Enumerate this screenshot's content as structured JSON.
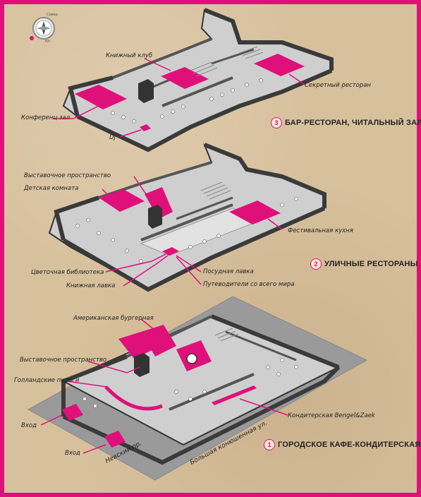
{
  "compass": {
    "north": "Север",
    "south": "Юг"
  },
  "floors": [
    {
      "number": "3",
      "title": "БАР-РЕСТОРАН, ЧИТАЛЬНЫЙ ЗАЛ"
    },
    {
      "number": "2",
      "title": "УЛИЧНЫЕ РЕСТОРАНЫ"
    },
    {
      "number": "1",
      "title": "ГОРОДСКОЕ КАФЕ-КОНДИТЕРСКАЯ"
    }
  ],
  "labels": {
    "book_club": "Книжный клуб",
    "secret_restaurant": "Секретный ресторан",
    "conference_hall": "Конференц зал",
    "dj": "Dj",
    "exhibition_space_2": "Выставочное пространство",
    "kids_room": "Детская комната",
    "festival_kitchen": "Фестивальная кухня",
    "flower_library": "Цветочная библиотека",
    "dish_shop": "Посудная лавка",
    "book_shop": "Книжная лавка",
    "guidebooks": "Путеводители со всего мира",
    "american_burger": "Американская бургерная",
    "exhibition_space_1": "Выставочное пространство",
    "dutch_pies": "Голландские пироги",
    "entrance_1": "Вход",
    "entrance_2": "Вход",
    "confectionery": "Кондитерская  Bengel&Zaek"
  },
  "streets": {
    "nevsky": "Невский пр.",
    "konyushennaya": "Большая конюшенная ул."
  },
  "colors": {
    "accent": "#e0107a",
    "wall": "#3a3a3a",
    "floor": "#d8d8d8",
    "ground": "#9a9a9a"
  }
}
